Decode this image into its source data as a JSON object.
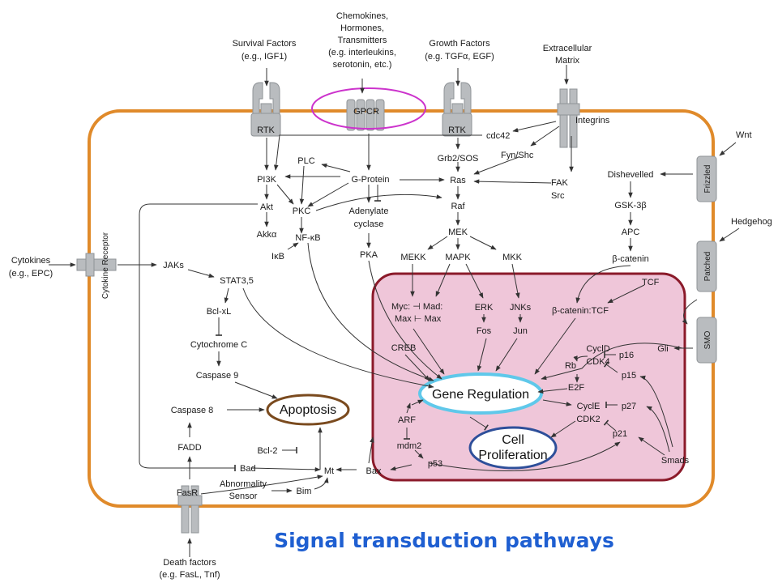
{
  "title": "Signal transduction pathways",
  "inputs": {
    "survival": [
      "Survival Factors",
      "(e.g., IGF1)"
    ],
    "chemokines": [
      "Chemokines,",
      "Hormones,",
      "Transmitters",
      "(e.g. interleukins,",
      "serotonin, etc.)"
    ],
    "growth": [
      "Growth Factors",
      "(e.g. TGFα, EGF)"
    ],
    "ecm": [
      "Extracellular",
      "Matrix"
    ],
    "wnt": "Wnt",
    "hedgehog": "Hedgehog",
    "cytokines": [
      "Cytokines",
      "(e.g., EPC)"
    ],
    "death": [
      "Death factors",
      "(e.g. FasL, Tnf)"
    ]
  },
  "receptors": {
    "rtk1": "RTK",
    "gpcr": "GPCR",
    "rtk2": "RTK",
    "frizzled": "Frizzled",
    "patched": "Patched",
    "smo": "SMO",
    "cytokine_receptor": "Cytokine Receptor",
    "fasr": "FasR"
  },
  "nodes": {
    "integrins": "Integrins",
    "cdc42": "cdc42",
    "fyn_shc": "Fyn/Shc",
    "grb2_sos": "Grb2/SOS",
    "fak": "FAK",
    "src": "Src",
    "plc": "PLC",
    "pi3k": "PI3K",
    "g_protein": "G-Protein",
    "ras": "Ras",
    "akt": "Akt",
    "pkc": "PKC",
    "adenylate": [
      "Adenylate",
      "cyclase"
    ],
    "raf": "Raf",
    "akka": "Akkα",
    "nfkb": "NF-κB",
    "ikb": "IκB",
    "pka": "PKA",
    "mek": "MEK",
    "mekk": "MEKK",
    "mapk": "MAPK",
    "mkk": "MKK",
    "dishevelled": "Dishevelled",
    "gsk3b": "GSK-3β",
    "apc": "APC",
    "b_catenin": "β-catenin",
    "tcf": "TCF",
    "jaks": "JAKs",
    "stat": "STAT3,5",
    "bcl_xl": "Bcl-xL",
    "cytochrome_c": "Cytochrome C",
    "caspase9": "Caspase 9",
    "caspase8": "Caspase 8",
    "fadd": "FADD",
    "bcl2": "Bcl-2",
    "bad": "Bad",
    "mt": "Mt",
    "abnormality": [
      "Abnormality",
      "Sensor"
    ],
    "bim": "Bim",
    "apoptosis": "Apoptosis",
    "myc_mad": "Myc: ⊣ Mad:",
    "max_max": "Max ⊢ Max",
    "erk": "ERK",
    "fos": "Fos",
    "jnks": "JNKs",
    "jun": "Jun",
    "creb": "CREB",
    "b_catenin_tcf": "β-catenin:TCF",
    "gli": "Gli",
    "cycld": "CyclD",
    "cdk4": "CDK4",
    "p16": "p16",
    "p15": "p15",
    "rb": "Rb",
    "e2f": "E2F",
    "gene_regulation": "Gene Regulation",
    "cycle": "CyclE",
    "p27": "p27",
    "cdk2": "CDK2",
    "p21": "p21",
    "smads": "Smads",
    "arf": "ARF",
    "mdm2": "mdm2",
    "p53": "p53",
    "bax": "Bax",
    "cell_proliferation": [
      "Cell",
      "Proliferation"
    ]
  },
  "colors": {
    "membrane": "#e08a2a",
    "nucleus_fill": "#efc6d9",
    "nucleus_border": "#8b1a2a",
    "gene_regulation_ring": "#5fc8ea",
    "proliferation_ring": "#2e4f9a",
    "apoptosis_ring": "#7a4a1e",
    "gpcr_highlight": "#cc33cc",
    "title": "#1f5fd1"
  }
}
